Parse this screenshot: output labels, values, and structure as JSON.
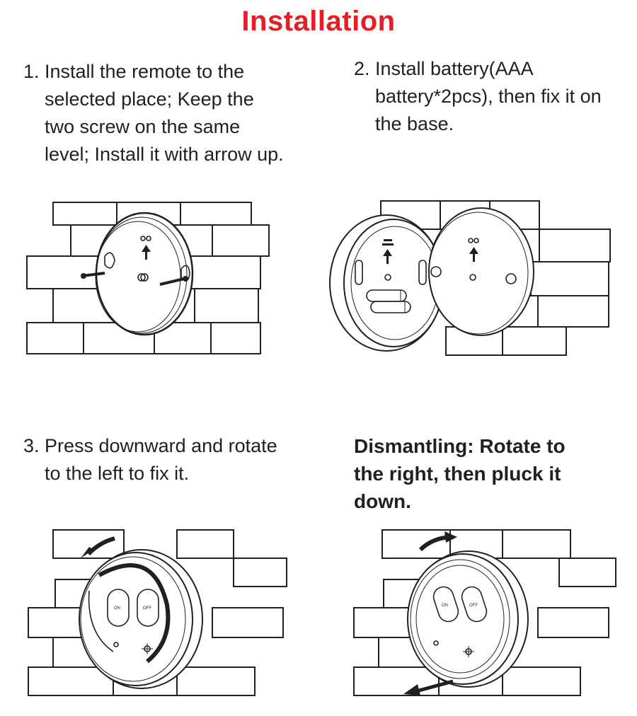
{
  "page": {
    "title": "Installation"
  },
  "steps": [
    {
      "number": "1.",
      "lines": [
        "Install the remote to the",
        "selected place; Keep the",
        "two screw on the same",
        "level; Install it with arrow up."
      ]
    },
    {
      "number": "2.",
      "lines": [
        "Install battery(AAA",
        "battery*2pcs), then fix it on",
        "the base."
      ]
    },
    {
      "number": "3.",
      "lines": [
        "Press downward and rotate",
        "to the left to fix it."
      ]
    }
  ],
  "dismantling": {
    "lines": [
      "Dismantling: Rotate to",
      "the right, then pluck it",
      "down."
    ]
  },
  "remote_buttons": {
    "on_label": "ON",
    "off_label": "OFF"
  },
  "icons": [
    "screw-icon",
    "arrow-up-icon",
    "battery-icon",
    "rotate-left-arrow-icon",
    "rotate-right-arrow-icon",
    "pull-down-arrow-icon",
    "brightness-low-icon",
    "brightness-high-icon"
  ],
  "colors": {
    "title": "#e41e26",
    "text": "#231f20",
    "background": "#ffffff"
  }
}
